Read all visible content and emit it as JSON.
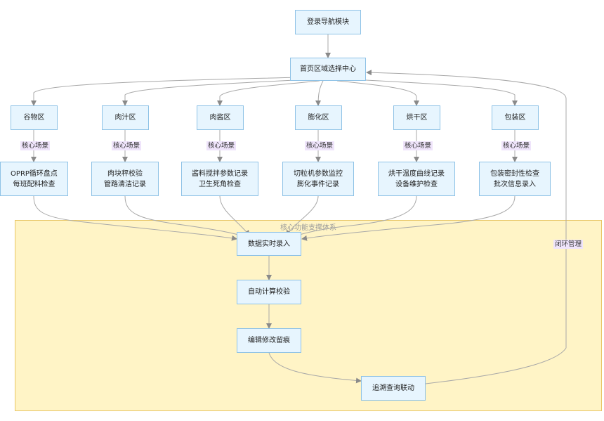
{
  "nodes": {
    "login": "登录导航模块",
    "home": "首页区域选择中心",
    "areas": [
      "谷物区",
      "肉汁区",
      "肉酱区",
      "膨化区",
      "烘干区",
      "包装区"
    ],
    "scenarios": [
      [
        "OPRP循环盘点",
        "每班配料检查"
      ],
      [
        "肉块秤校验",
        "管路清洁记录"
      ],
      [
        "酱料搅拌参数记录",
        "卫生死角检查"
      ],
      [
        "切粒机参数监控",
        "膨化事件记录"
      ],
      [
        "烘干温度曲线记录",
        "设备维护检查"
      ],
      [
        "包装密封性检查",
        "批次信息录入"
      ]
    ],
    "data_entry": "数据实时录入",
    "auto_check": "自动计算校验",
    "edit_trace": "编辑修改留痕",
    "trace_query": "追溯查询联动"
  },
  "edge_labels": {
    "core_scene": "核心场景",
    "closed_loop": "闭环管理"
  },
  "subgraph_title": "核心功能支撑体系",
  "colors": {
    "node_fill": "#e7f5fe",
    "node_border": "#8ec2e6",
    "subgraph_fill": "#fff4c6",
    "subgraph_border": "#e8c565",
    "edge": "#a8a8a8",
    "label_bg": "#efe4fb"
  }
}
